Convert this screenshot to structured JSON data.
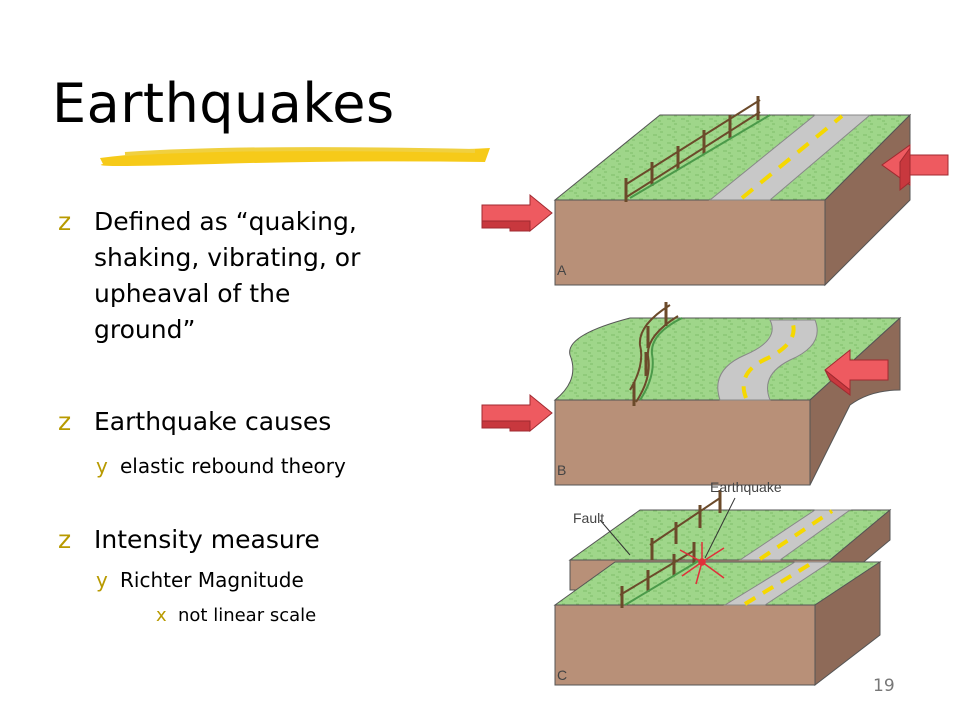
{
  "slide": {
    "title": "Earthquakes",
    "page_number": "19",
    "accent_color": "#f5c400",
    "bullets": [
      {
        "level": 1,
        "marker": "z",
        "text": "Defined as “quaking, shaking, vibrating, or upheaval of the ground”"
      },
      {
        "level": 1,
        "marker": "z",
        "text": "Earthquake causes"
      },
      {
        "level": 2,
        "marker": "y",
        "text": "elastic rebound theory"
      },
      {
        "level": 1,
        "marker": "z",
        "text": "Intensity measure"
      },
      {
        "level": 2,
        "marker": "y",
        "text": "Richter Magnitude"
      },
      {
        "level": 3,
        "marker": "x",
        "text": "not linear scale"
      }
    ]
  },
  "diagram": {
    "panel_labels": [
      "A",
      "B",
      "C"
    ],
    "label_fault": "Fault",
    "label_earthquake": "Earthquake",
    "colors": {
      "grass": "#9fd68a",
      "earth": "#b89078",
      "earth_dark": "#8e6a58",
      "road": "#c8c8c8",
      "arrow": "#ee5a60"
    }
  }
}
